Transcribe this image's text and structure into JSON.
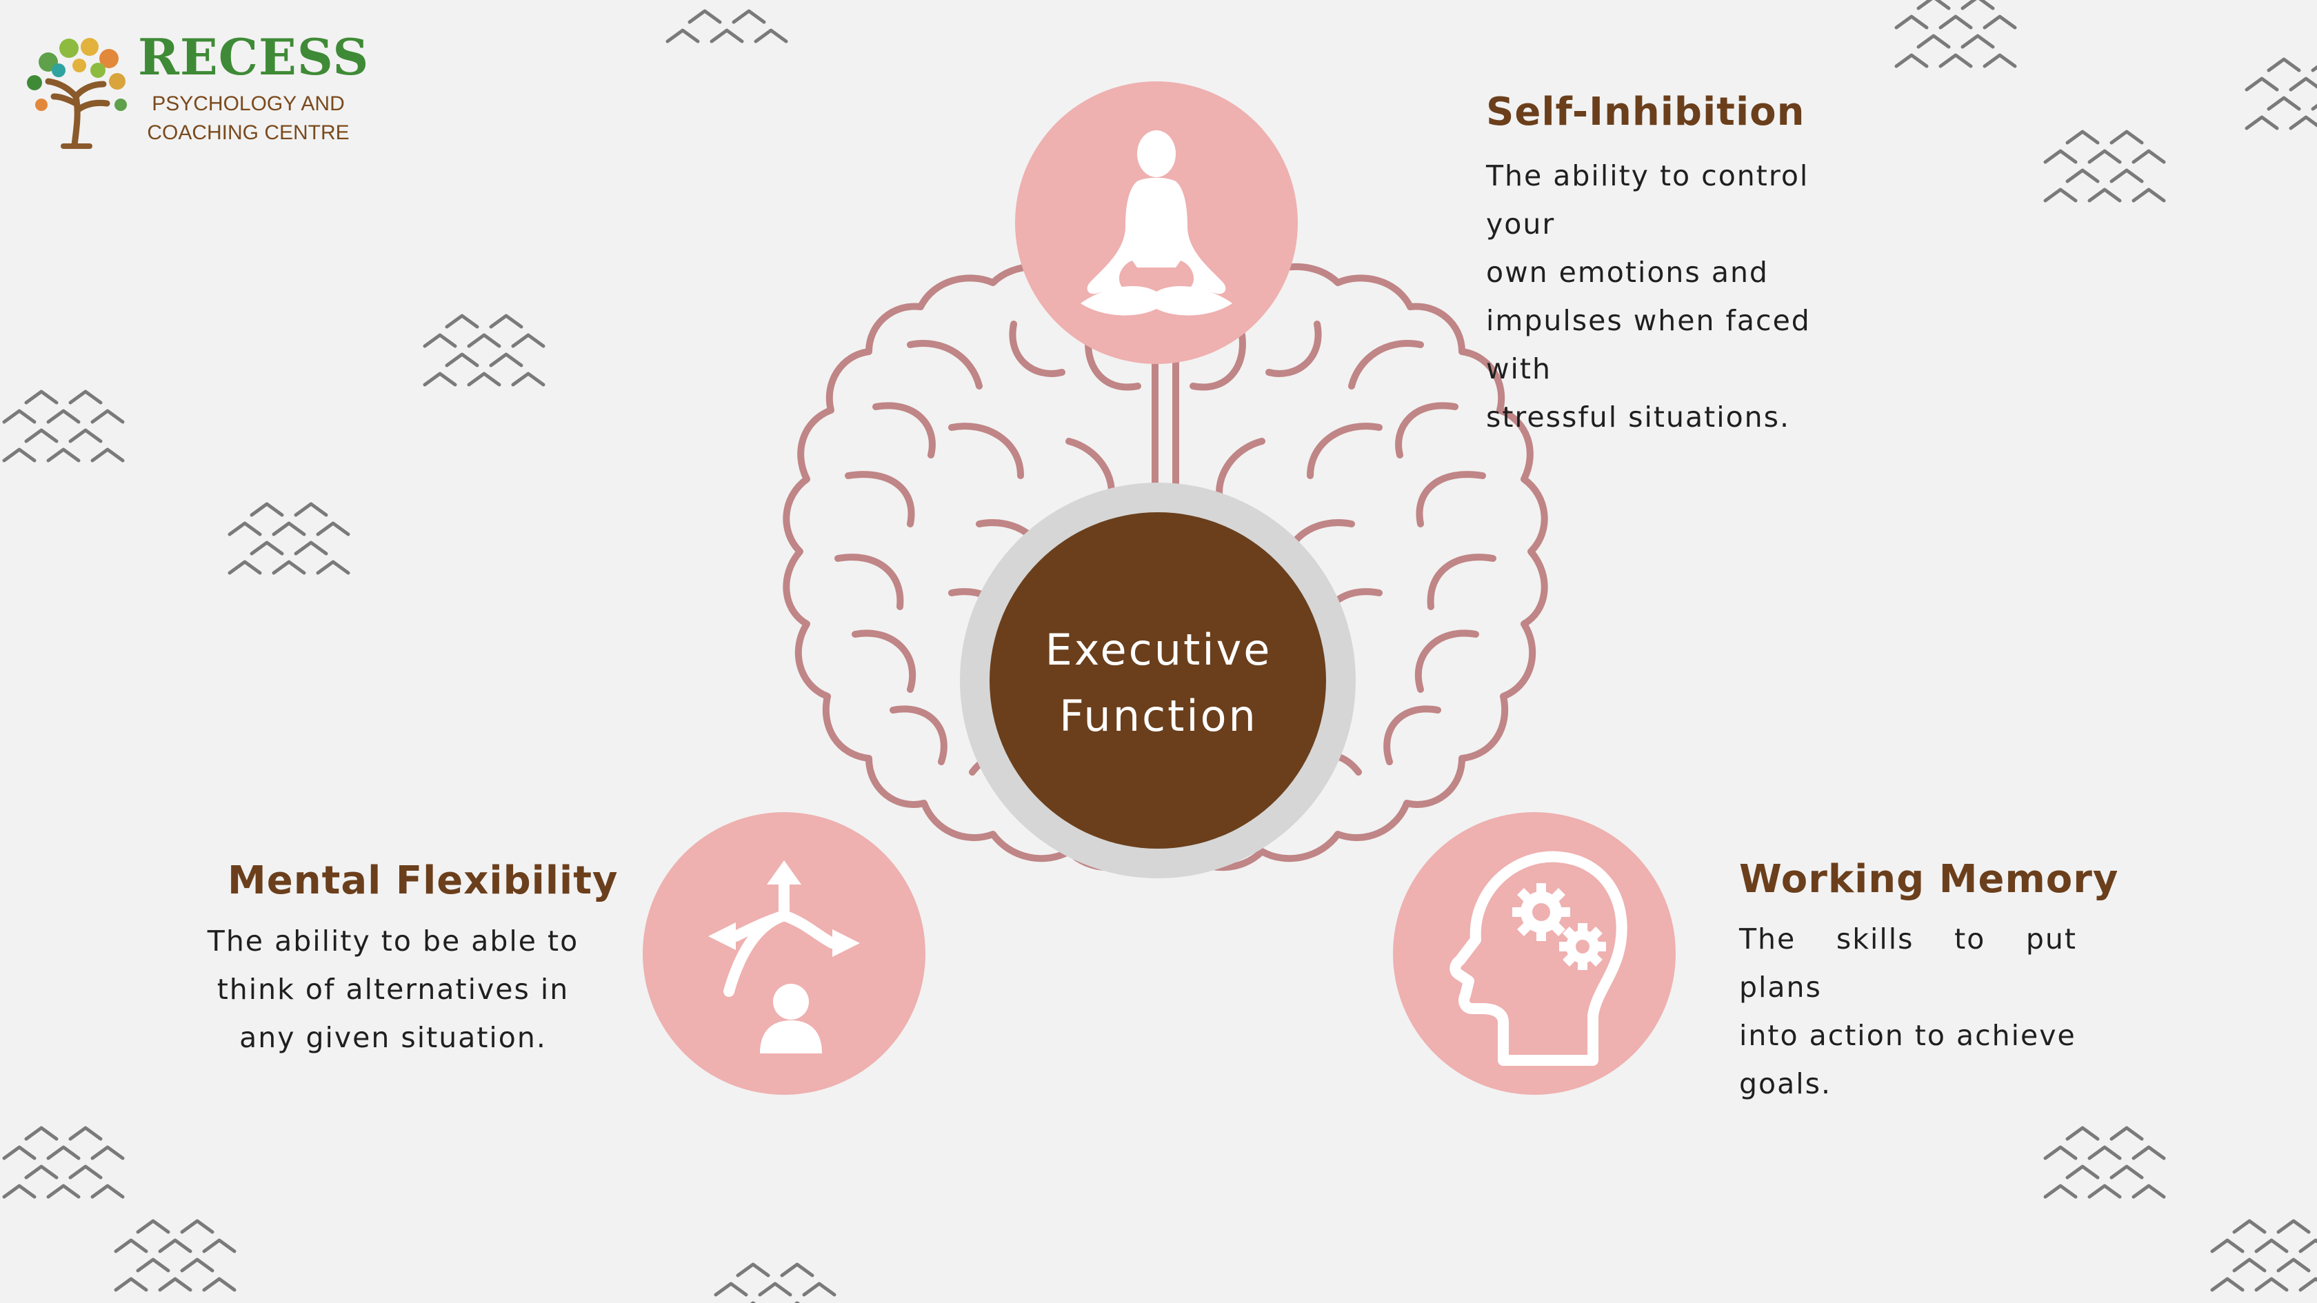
{
  "logo": {
    "title": "RECESS",
    "subtitle_line1": "PSYCHOLOGY AND",
    "subtitle_line2": "COACHING CENTRE",
    "icon": "tree-icon"
  },
  "center": {
    "line1": "Executive",
    "line2": "Function",
    "icon": "brain-icon"
  },
  "sections": {
    "self_inhibition": {
      "title": "Self-Inhibition",
      "lines": [
        "The ability to control your",
        "own emotions and",
        "impulses when faced with",
        "stressful situations."
      ],
      "icon": "meditation-icon"
    },
    "mental_flexibility": {
      "title": "Mental Flexibility",
      "lines": [
        "The ability to be able to",
        "think of alternatives in",
        "any given situation."
      ],
      "icon": "choice-arrows-icon"
    },
    "working_memory": {
      "title": "Working Memory",
      "lines": [
        "The skills to put plans",
        "into action to achieve",
        "goals."
      ],
      "icon": "head-gears-icon"
    }
  },
  "colors": {
    "background": "#f2f2f2",
    "accent_pink": "#efb0b0",
    "brown": "#6b3f1c",
    "brain_stroke": "#c08586",
    "ring_grey": "#d6d6d6"
  }
}
